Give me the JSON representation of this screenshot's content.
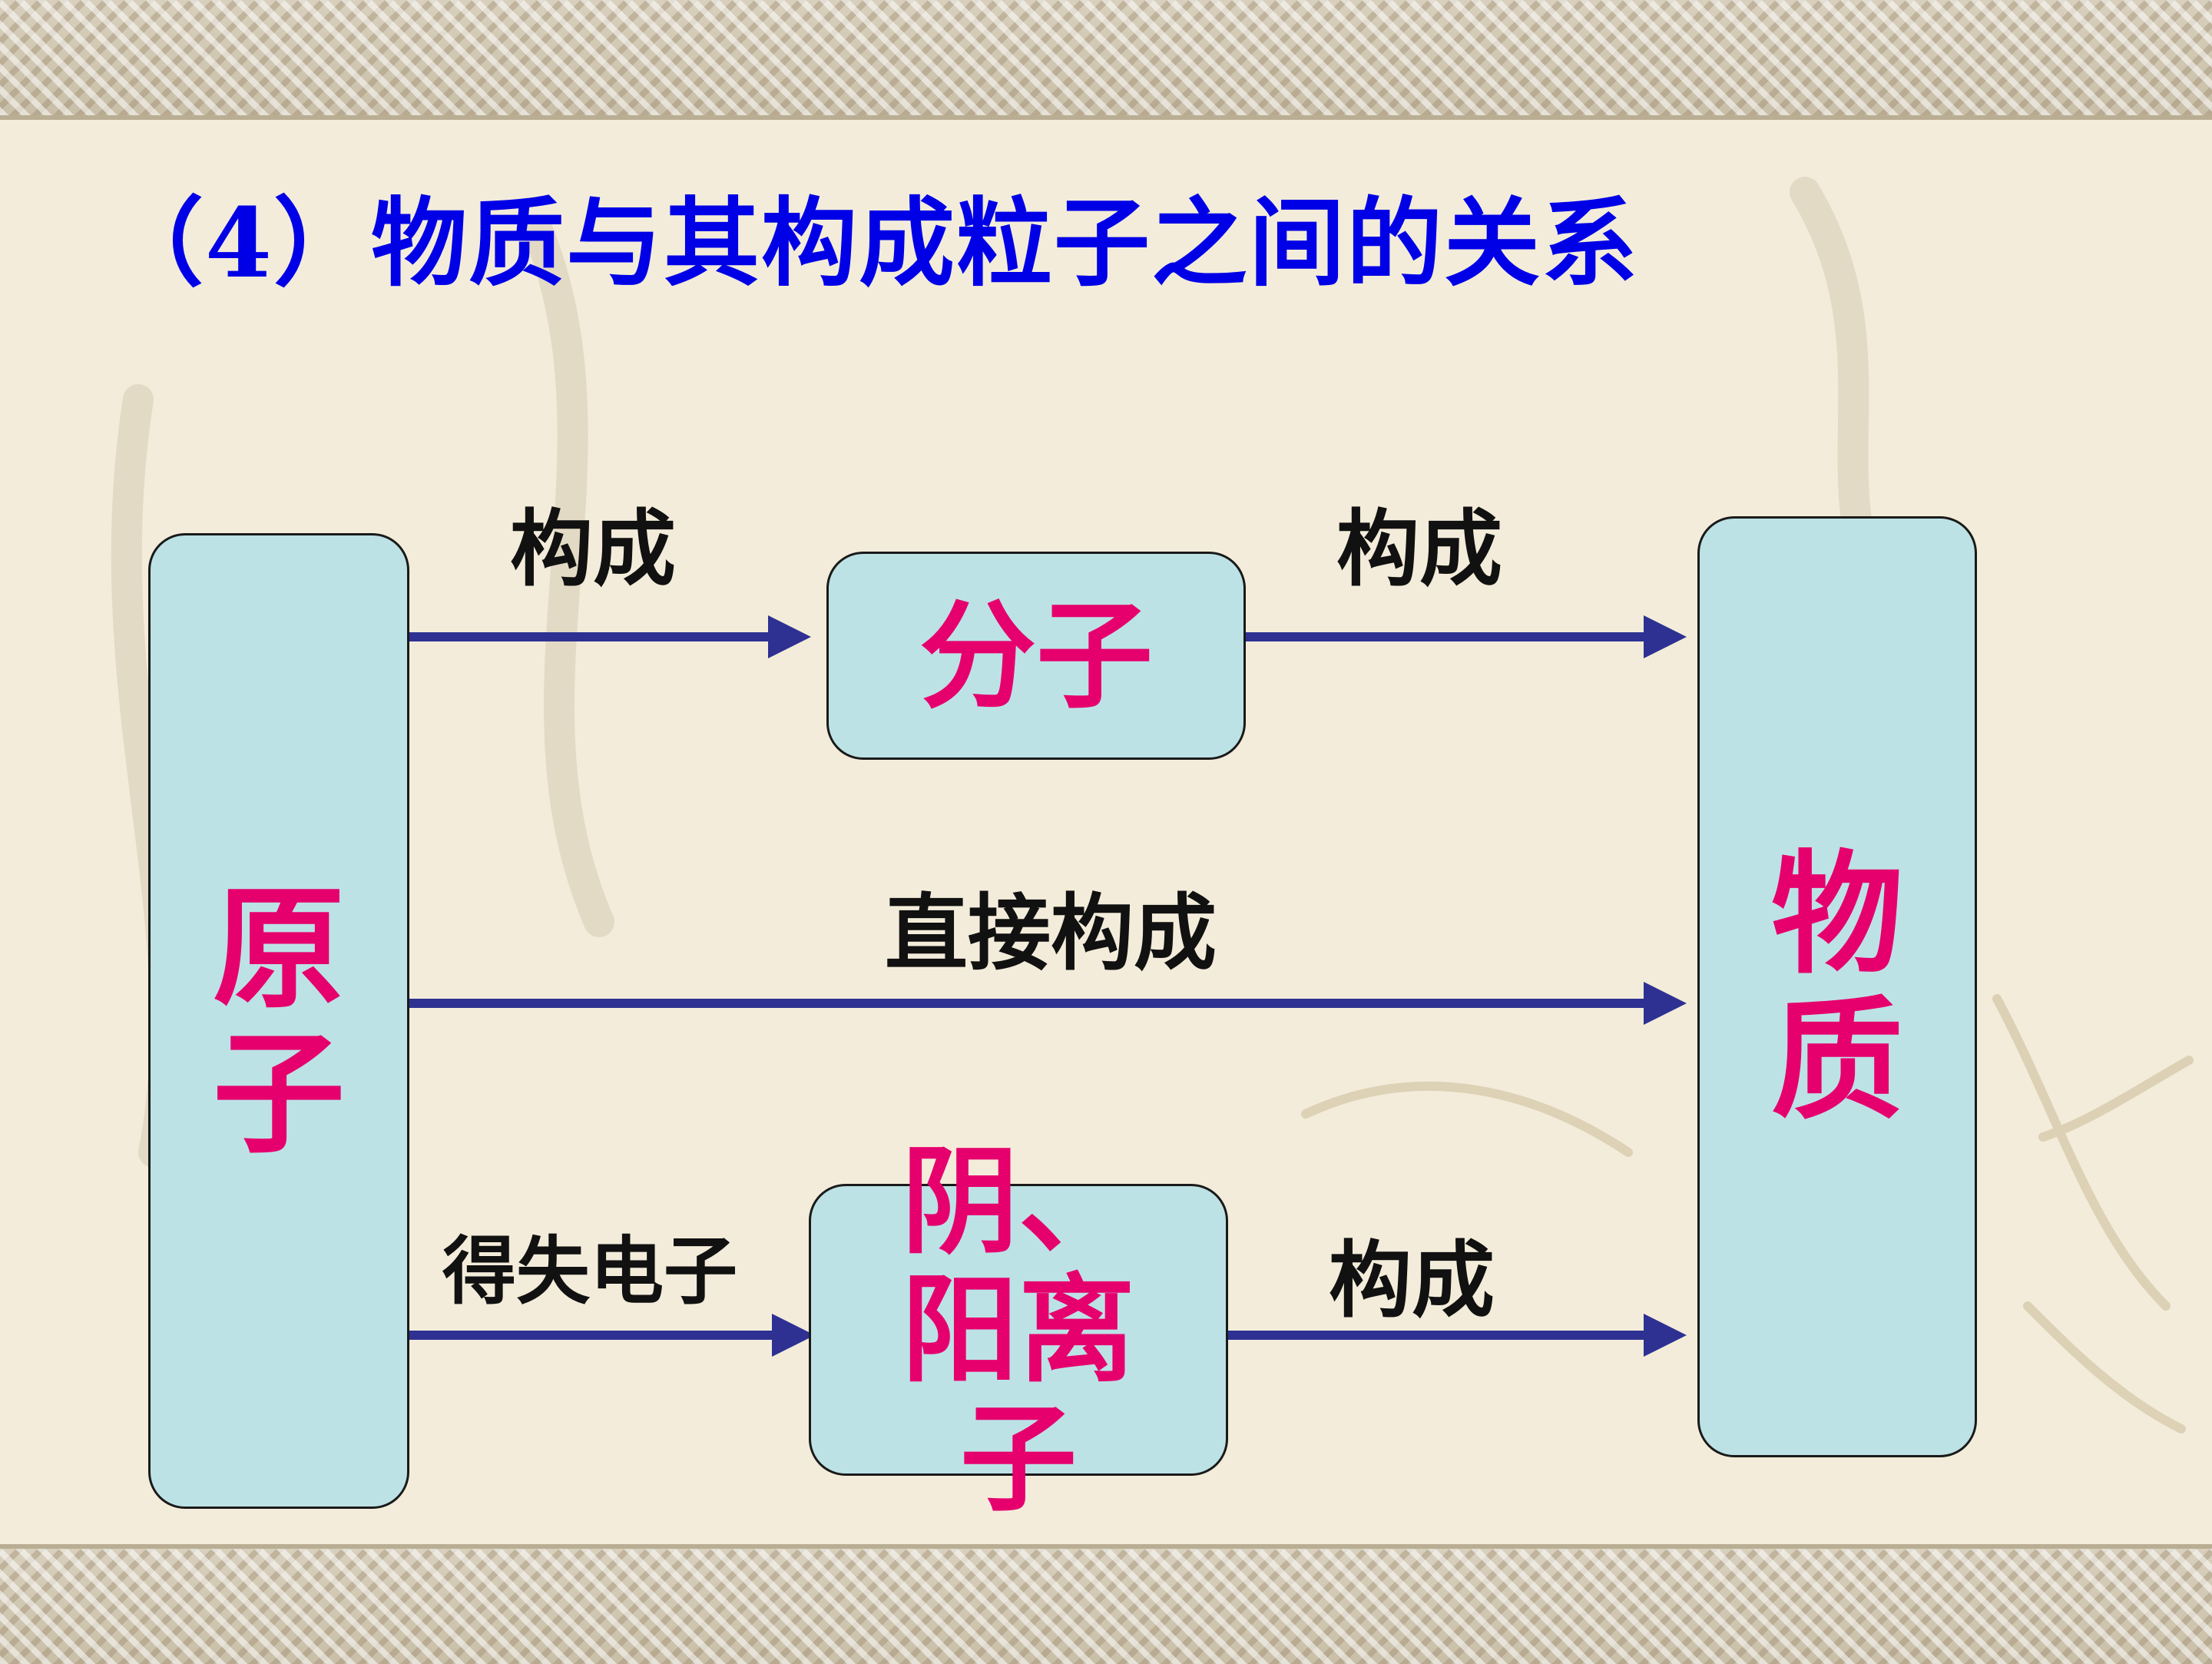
{
  "title": "（4）物质与其构成粒子之间的关系",
  "nodes": {
    "atom": "原子",
    "molecule": "分子",
    "ions": "阴、阳离子",
    "matter": "物质"
  },
  "edges": {
    "atom_to_molecule": "构成",
    "molecule_to_matter": "构成",
    "atom_to_matter": "直接构成",
    "atom_to_ions": "得失电子",
    "ions_to_matter": "构成"
  },
  "colors": {
    "title": "#0000e6",
    "node_text": "#e6006e",
    "node_fill": "#bde2e5",
    "arrow": "#2e3192"
  }
}
